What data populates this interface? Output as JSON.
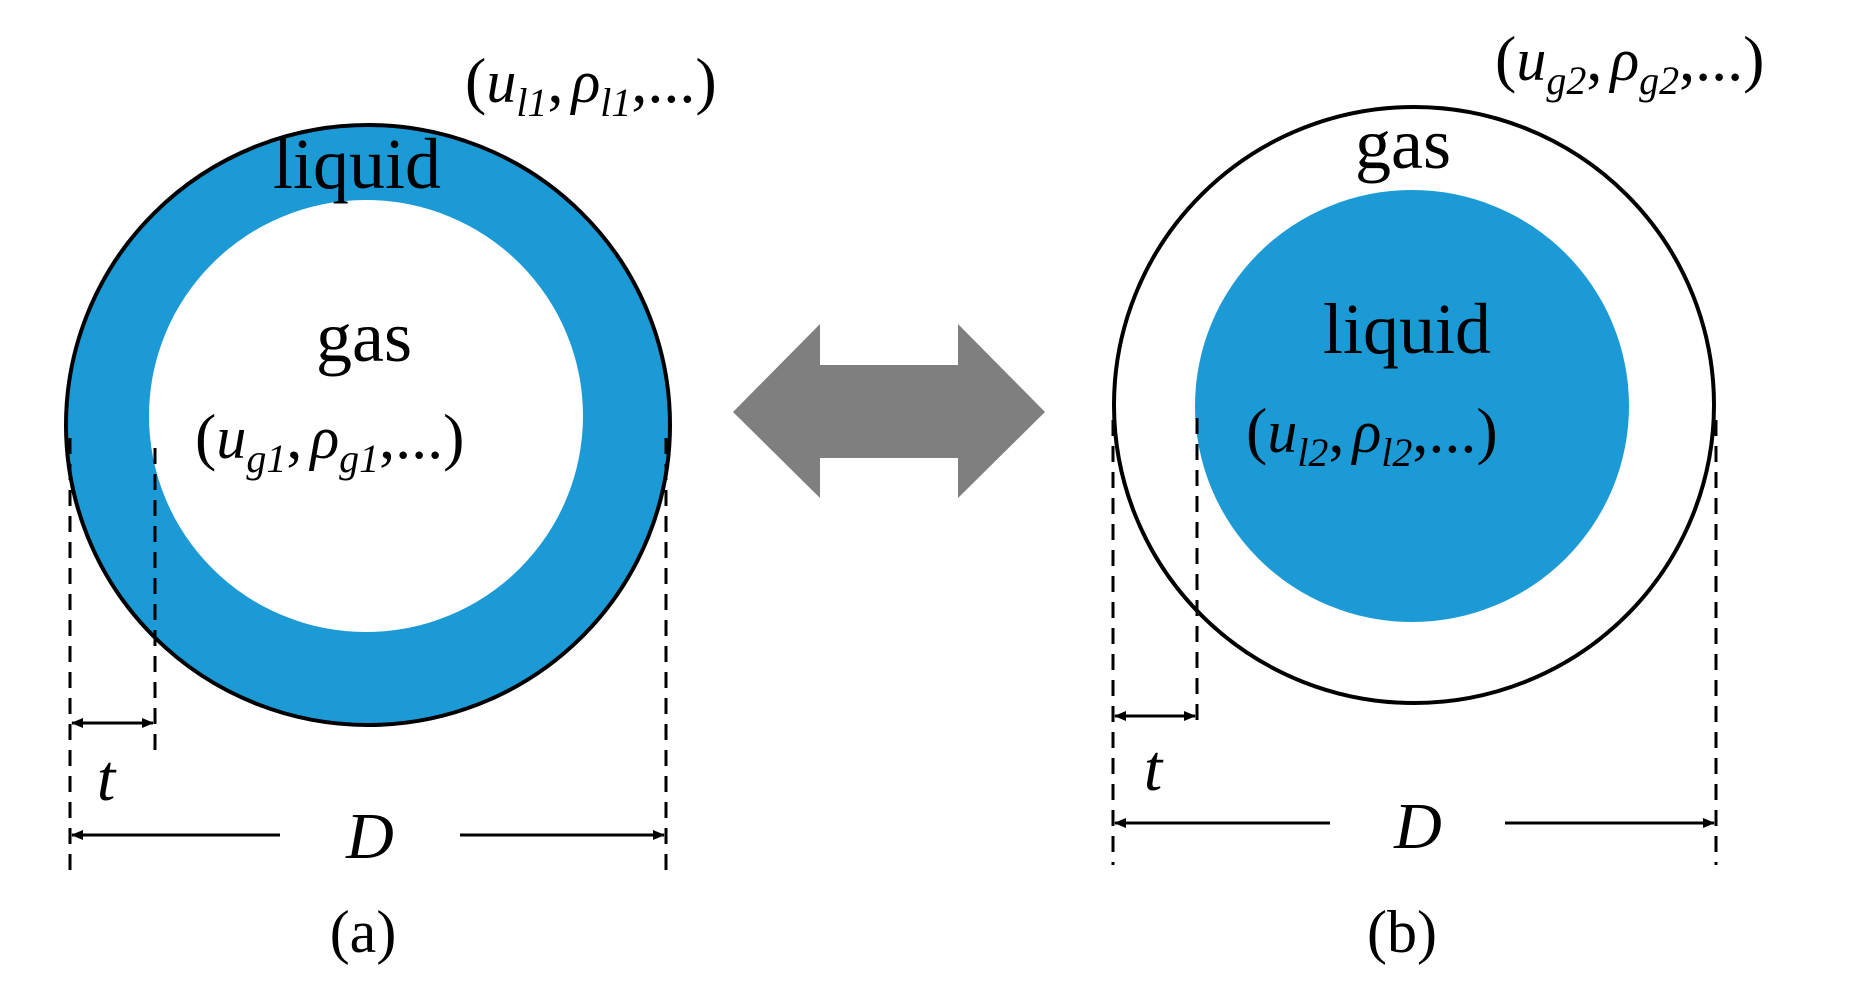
{
  "panel_a": {
    "outer_label": "liquid",
    "inner_label": "gas",
    "outer_props": {
      "open": "(",
      "v1": "u",
      "v1_sub": "l1",
      "sep": ",",
      "v2": "ρ",
      "v2_sub": "l1",
      "rest": ",...)"
    },
    "inner_props": {
      "open": "(",
      "v1": "u",
      "v1_sub": "g1",
      "sep": ",",
      "v2": "ρ",
      "v2_sub": "g1",
      "rest": ",...)"
    },
    "thickness_label": "t",
    "diameter_label": "D",
    "caption": "(a)",
    "outer_color": "#1b9ad6",
    "inner_color": "#ffffff"
  },
  "panel_b": {
    "outer_label": "gas",
    "inner_label": "liquid",
    "outer_props": {
      "open": "(",
      "v1": "u",
      "v1_sub": "g2",
      "sep": ",",
      "v2": "ρ",
      "v2_sub": "g2",
      "rest": ",...)"
    },
    "inner_props": {
      "open": "(",
      "v1": "u",
      "v1_sub": "l2",
      "sep": ",",
      "v2": "ρ",
      "v2_sub": "l2",
      "rest": ",...)"
    },
    "thickness_label": "t",
    "diameter_label": "D",
    "caption": "(b)",
    "outer_color": "#ffffff",
    "inner_color": "#1b9ad6"
  },
  "exchange_arrow": {
    "icon": "double-arrow-icon",
    "color": "#7f7f7f"
  }
}
